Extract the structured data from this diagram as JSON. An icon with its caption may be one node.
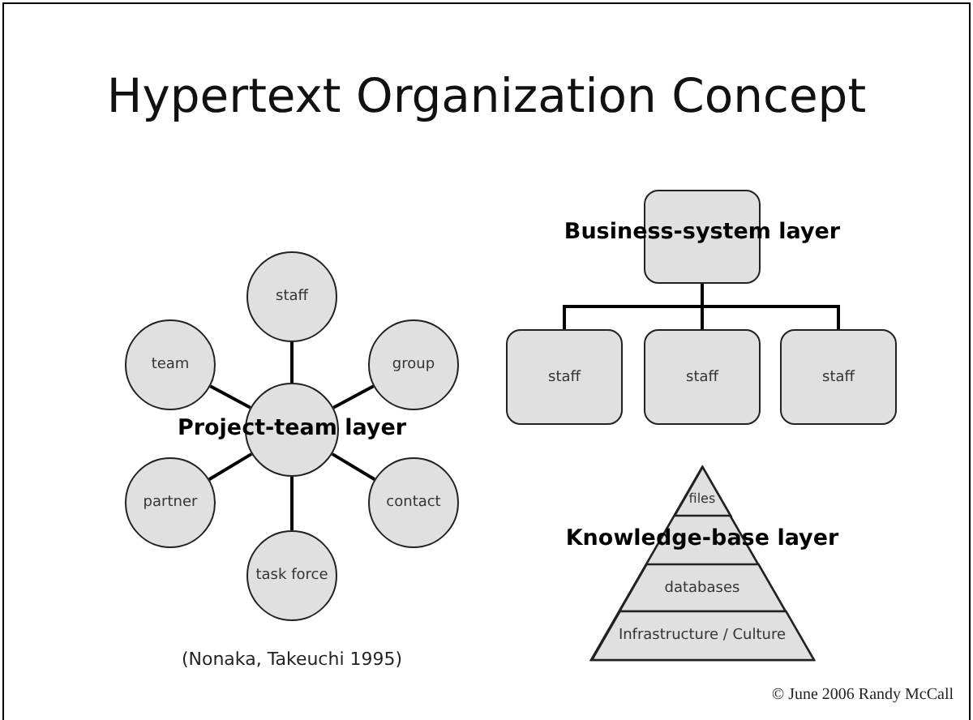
{
  "diagram": {
    "title": "Hypertext Organization Concept",
    "nodes": [
      {
        "text": [
          "Project-team layer"
        ]
      },
      {
        "text": [
          "staff"
        ]
      },
      {
        "text": [
          "team"
        ]
      },
      {
        "text": [
          "group"
        ]
      },
      {
        "text": [
          "partner"
        ]
      },
      {
        "text": [
          "contact"
        ]
      },
      {
        "text": [
          "task force"
        ]
      },
      {
        "text": [
          "Business-system layer"
        ]
      },
      {
        "text": [
          "staff"
        ]
      },
      {
        "text": [
          "staff"
        ]
      },
      {
        "text": [
          "staff"
        ]
      },
      {
        "text": [
          "Knowledge-base layer"
        ]
      },
      {
        "text": [
          "files"
        ],
        "in": 11
      },
      {
        "text": [
          "databases"
        ],
        "in": 11
      },
      {
        "text": [
          "Infrastructure / Culture"
        ],
        "in": 11
      }
    ],
    "edges": [
      {
        "from": 0,
        "to": 1,
        "arrow": "none"
      },
      {
        "from": 0,
        "to": 2,
        "arrow": "none"
      },
      {
        "from": 0,
        "to": 3,
        "arrow": "none"
      },
      {
        "from": 0,
        "to": 4,
        "arrow": "none"
      },
      {
        "from": 0,
        "to": 5,
        "arrow": "none"
      },
      {
        "from": 0,
        "to": 6,
        "arrow": "none"
      },
      {
        "from": 7,
        "to": 8,
        "arrow": "none"
      },
      {
        "from": 7,
        "to": 9,
        "arrow": "none"
      },
      {
        "from": 7,
        "to": 10,
        "arrow": "none"
      }
    ],
    "labels": [
      "(Nonaka, Takeuchi 1995)",
      "© June 2006 Randy McCall"
    ]
  }
}
